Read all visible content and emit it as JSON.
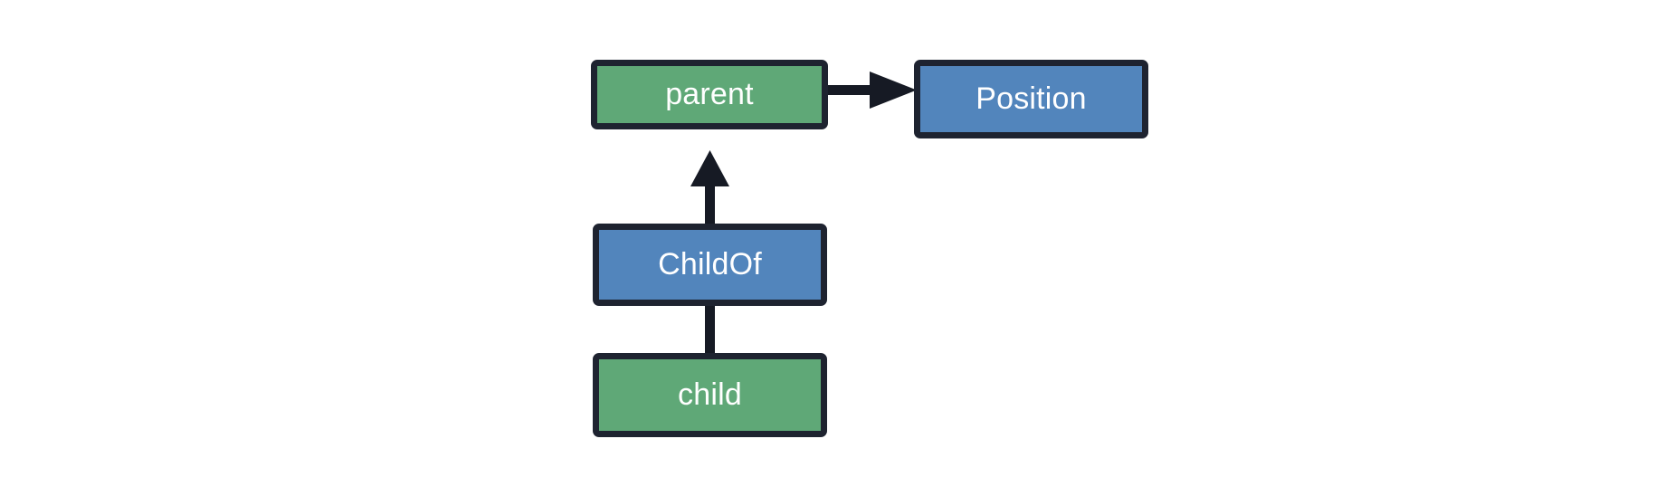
{
  "diagram": {
    "type": "entity-relationship-graph",
    "background_color": "#ffffff",
    "palette": {
      "entity_fill": "#5fa877",
      "component_fill": "#5285bc",
      "node_border": "#1e2330",
      "node_text": "#ffffff",
      "edge_color": "#161a24"
    },
    "nodes": [
      {
        "id": "parent",
        "label": "parent",
        "kind": "entity",
        "fill": "#5fa877",
        "border": "#1e2330",
        "text_color": "#ffffff"
      },
      {
        "id": "position",
        "label": "Position",
        "kind": "component",
        "fill": "#5285bc",
        "border": "#1e2330",
        "text_color": "#ffffff"
      },
      {
        "id": "childof",
        "label": "ChildOf",
        "kind": "component",
        "fill": "#5285bc",
        "border": "#1e2330",
        "text_color": "#ffffff"
      },
      {
        "id": "child",
        "label": "child",
        "kind": "entity",
        "fill": "#5fa877",
        "border": "#1e2330",
        "text_color": "#ffffff"
      }
    ],
    "edges": [
      {
        "id": "parent-to-position",
        "from": "parent",
        "to": "position",
        "direction": "right",
        "arrowhead": true,
        "label": ""
      },
      {
        "id": "childof-to-parent",
        "from": "childof",
        "to": "parent",
        "direction": "up",
        "arrowhead": true,
        "label": ""
      },
      {
        "id": "child-to-childof",
        "from": "child",
        "to": "childof",
        "direction": "up",
        "arrowhead": false,
        "label": ""
      }
    ]
  }
}
